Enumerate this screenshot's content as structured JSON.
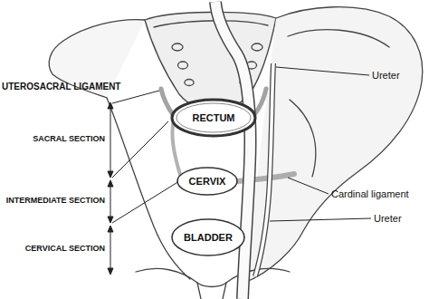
{
  "diagram": {
    "nodes": [
      {
        "text": [
          "RECTUM"
        ]
      },
      {
        "text": [
          "CERVIX"
        ]
      },
      {
        "text": [
          "BLADDER"
        ]
      }
    ],
    "labels": [
      "UTEROSACRAL LIGAMENT",
      "SACRAL SECTION",
      "INTERMEDIATE SECTION",
      "CERVICAL SECTION",
      "Ureter",
      "Cardinal ligament",
      "Ureter"
    ]
  }
}
